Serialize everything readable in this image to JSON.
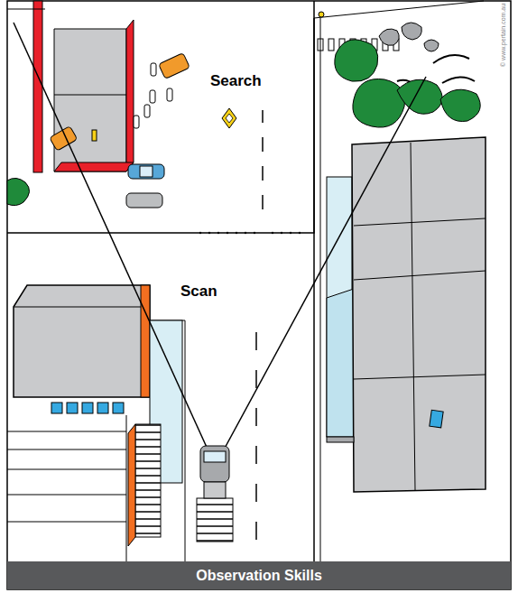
{
  "diagram": {
    "caption": "Observation Skills",
    "labels": [
      "Search",
      "Scan",
      "© www.pertain.com.au"
    ]
  }
}
